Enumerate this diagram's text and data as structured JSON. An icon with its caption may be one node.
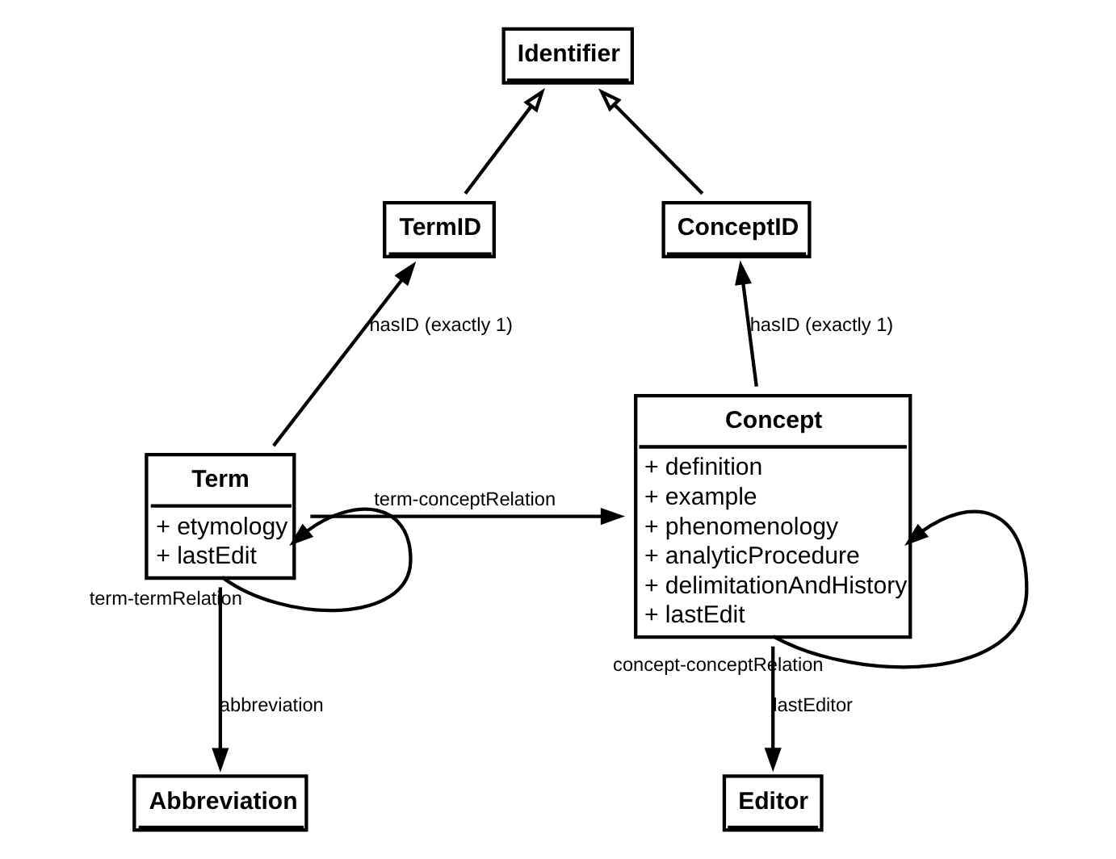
{
  "diagram": {
    "nodes": [
      {
        "text": [
          "Identifier"
        ]
      },
      {
        "text": [
          "TermID"
        ]
      },
      {
        "text": [
          "ConceptID"
        ]
      },
      {
        "text": [
          "Term",
          "+ etymology",
          "+ lastEdit"
        ]
      },
      {
        "text": [
          "Concept",
          "+ definition",
          "+ example",
          "+ phenomenology",
          "+ analyticProcedure",
          "+ delimitationAndHistory",
          "+ lastEdit"
        ]
      },
      {
        "text": [
          "Abbreviation"
        ]
      },
      {
        "text": [
          "Editor"
        ]
      }
    ],
    "edges": [
      {
        "from": 1,
        "to": 0,
        "arrow": "to"
      },
      {
        "from": 2,
        "to": 0,
        "arrow": "to"
      },
      {
        "from": 3,
        "to": 1,
        "arrow": "to",
        "label": "hasID (exactly 1)"
      },
      {
        "from": 4,
        "to": 2,
        "arrow": "to",
        "label": "hasID (exactly 1)"
      },
      {
        "from": 3,
        "to": 4,
        "arrow": "to",
        "label": "term-conceptRelation"
      },
      {
        "from": 3,
        "to": 3,
        "arrow": "to",
        "label": "term-termRelation"
      },
      {
        "from": 4,
        "to": 4,
        "arrow": "to",
        "label": "concept-conceptRelation"
      },
      {
        "from": 3,
        "to": 5,
        "arrow": "to",
        "label": "abbreviation"
      },
      {
        "from": 4,
        "to": 6,
        "arrow": "to",
        "label": "lastEditor"
      }
    ]
  }
}
